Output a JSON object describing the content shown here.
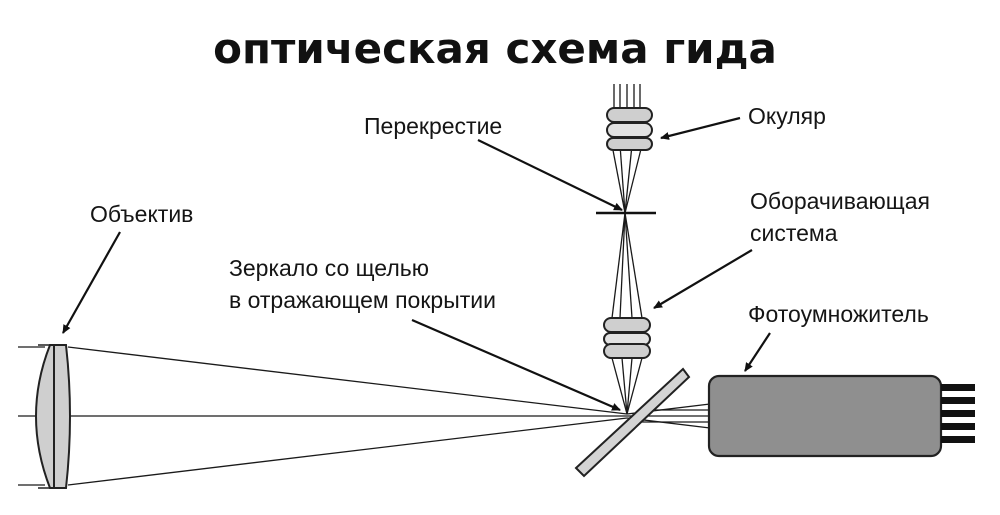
{
  "title": "оптическая схема гида",
  "labels": {
    "objective": "Объектив",
    "crosshair": "Перекрестие",
    "eyepiece": "Окуляр",
    "relay_line1": "Оборачивающая",
    "relay_line2": "система",
    "mirror_line1": "Зеркало со щелью",
    "mirror_line2": "в отражающем покрытии",
    "pmt": "Фотоумножитель"
  },
  "colors": {
    "ink": "#111111",
    "lens_fill": "#cfcfcf",
    "mirror_fill": "#d4d4d4",
    "pmt_fill": "#8f8f8f"
  }
}
